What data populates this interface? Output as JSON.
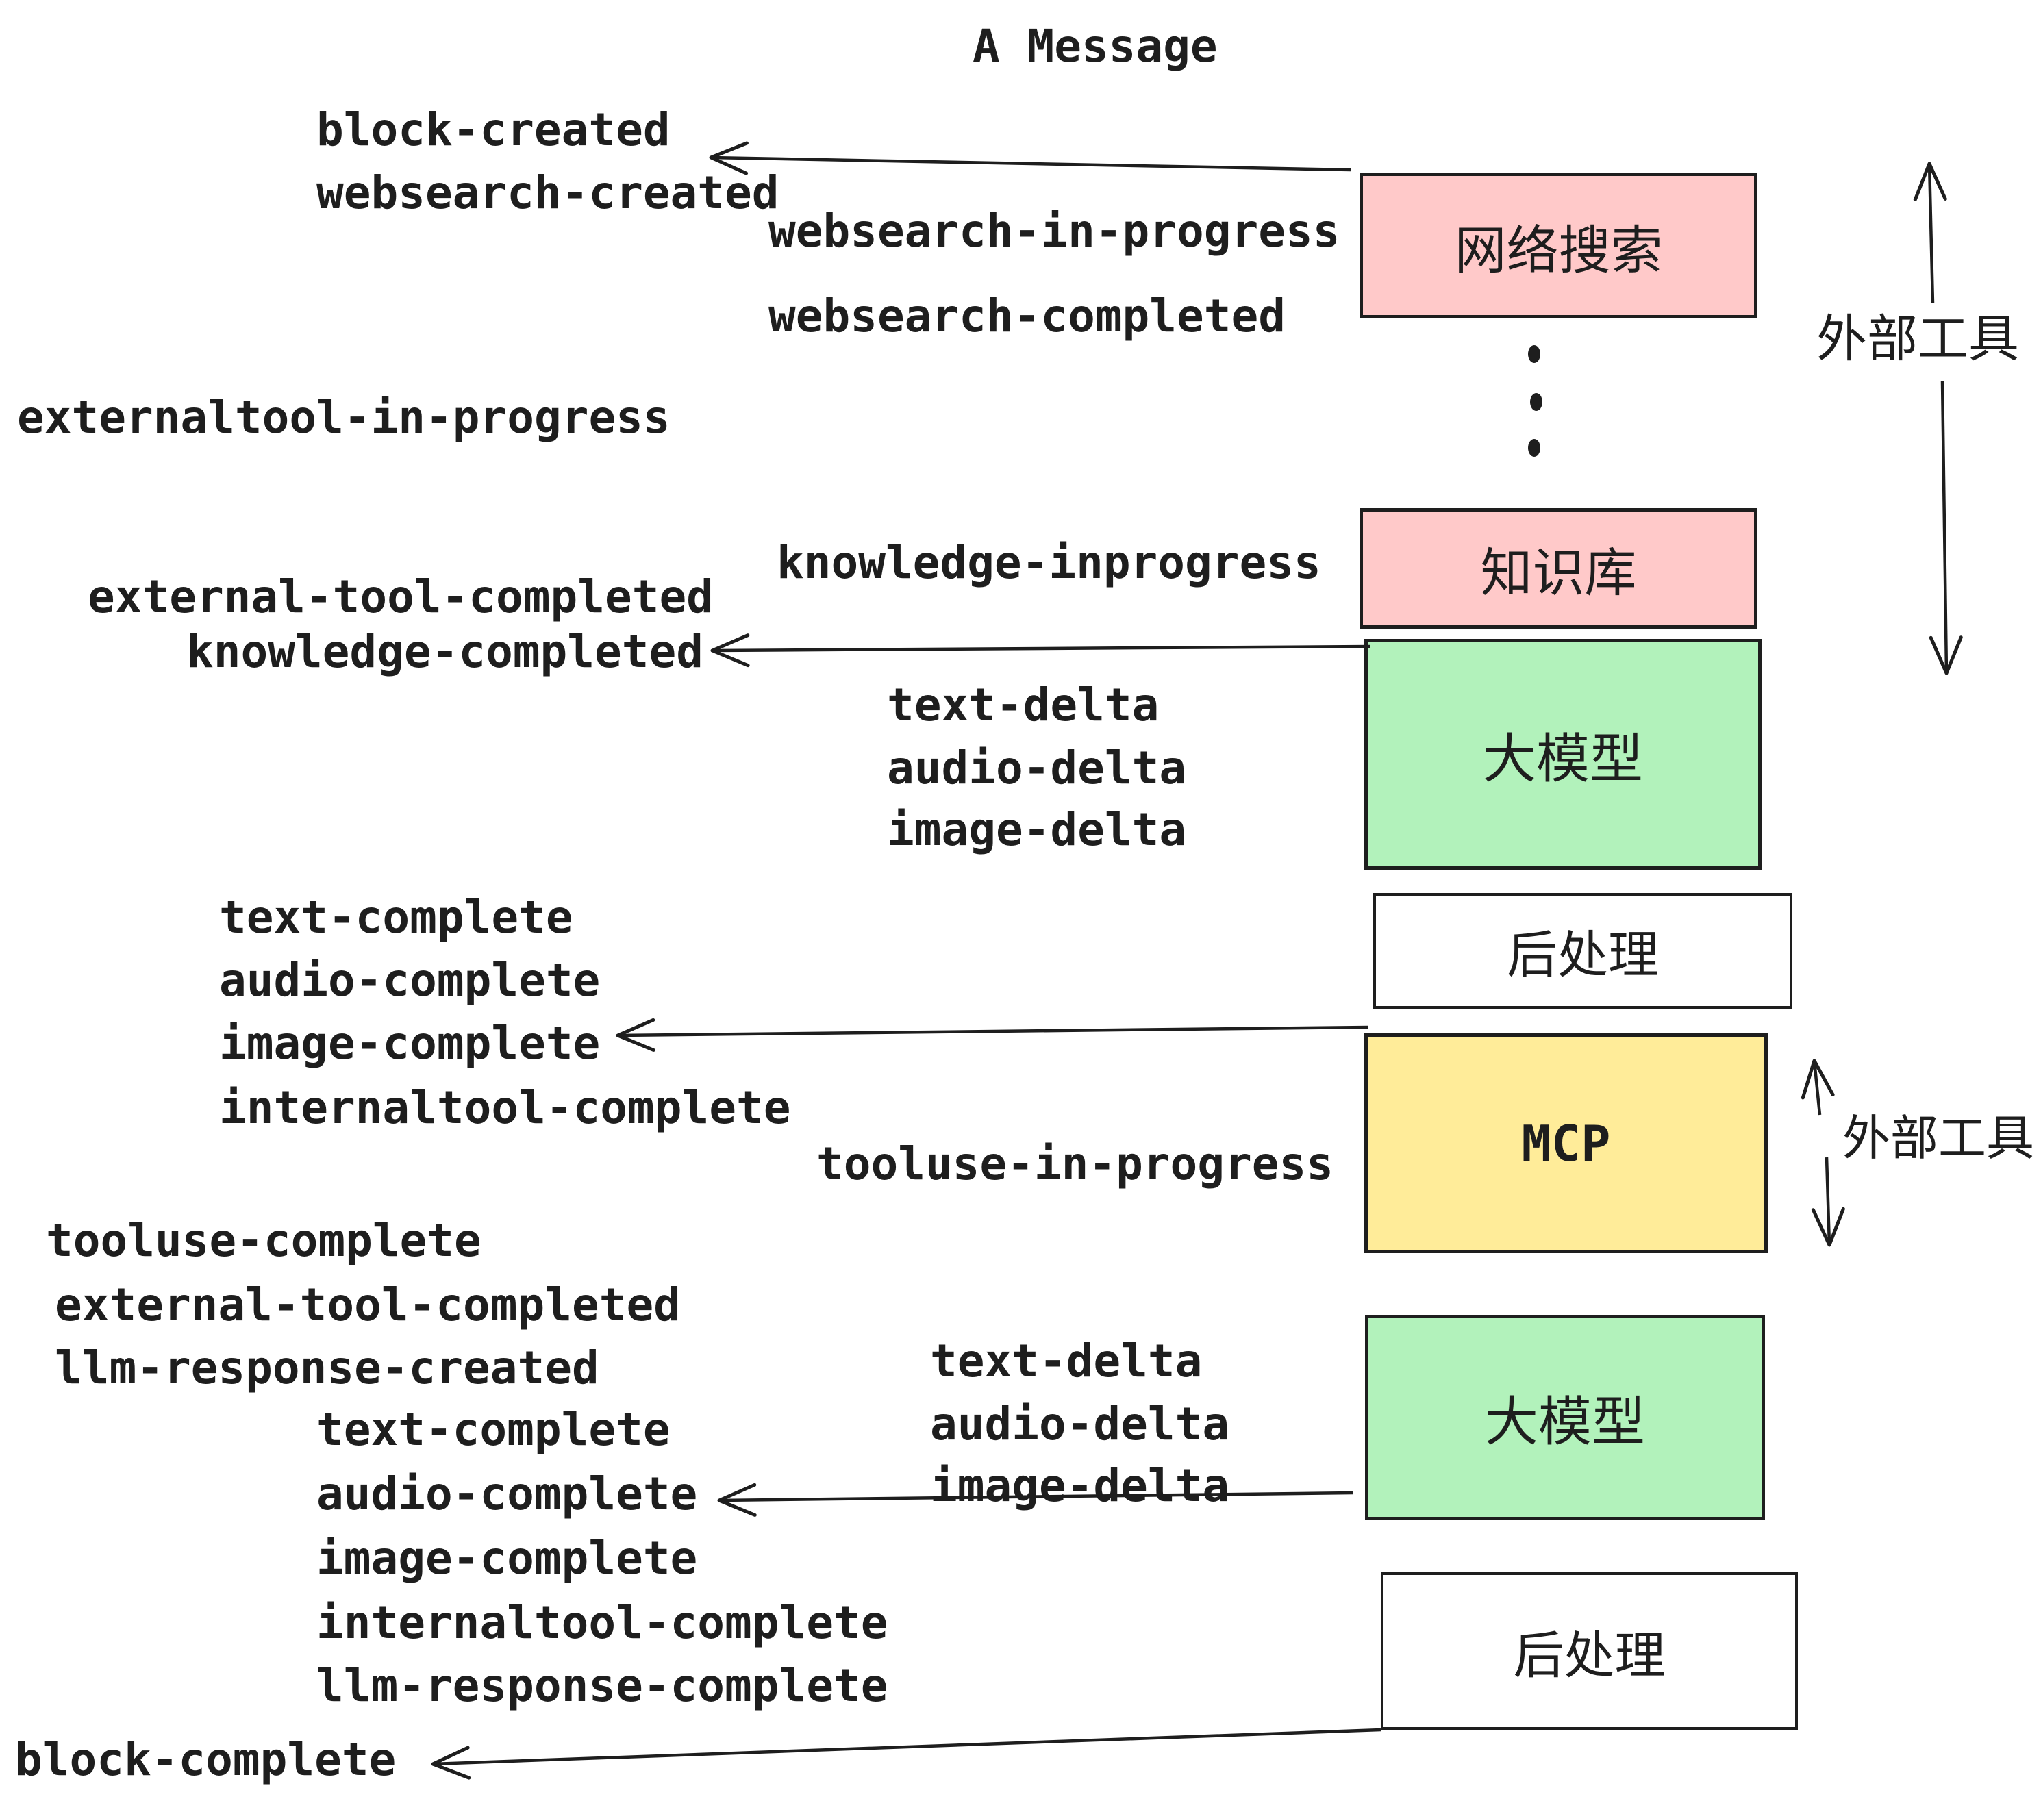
{
  "title": "A Message",
  "colors": {
    "ink": "#1e1e1e",
    "box_pink": "#ffc9c9",
    "box_green": "#b2f2bb",
    "box_yellow": "#ffec99",
    "box_white": "#ffffff",
    "background": "#ffffff"
  },
  "events": {
    "block_created": "block-created",
    "websearch_created": "websearch-created",
    "websearch_in_progress": "websearch-in-progress",
    "websearch_completed": "websearch-completed",
    "externaltool_in_progress": "externaltool-in-progress",
    "knowledge_inprogress": "knowledge-inprogress",
    "external_tool_completed_1": "external-tool-completed",
    "knowledge_completed": "knowledge-completed",
    "text_delta_1": "text-delta",
    "audio_delta_1": "audio-delta",
    "image_delta_1": "image-delta",
    "text_complete_1": "text-complete",
    "audio_complete_1": "audio-complete",
    "image_complete_1": "image-complete",
    "internaltool_complete_1": "internaltool-complete",
    "tooluse_in_progress": "tooluse-in-progress",
    "tooluse_complete": "tooluse-complete",
    "external_tool_completed_2": "external-tool-completed",
    "llm_response_created": "llm-response-created",
    "text_complete_2": "text-complete",
    "audio_complete_2": "audio-complete",
    "image_complete_2": "image-complete",
    "internaltool_complete_2": "internaltool-complete",
    "llm_response_complete": "llm-response-complete",
    "block_complete": "block-complete"
  },
  "boxes": {
    "websearch": {
      "label": "网络搜索"
    },
    "knowledge": {
      "label": "知识库"
    },
    "llm_top": {
      "label": "大模型"
    },
    "post_top": {
      "label": "后处理"
    },
    "mcp": {
      "label": "MCP"
    },
    "llm_bottom": {
      "label": "大模型"
    },
    "post_bottom": {
      "label": "后处理"
    }
  },
  "side_labels": {
    "external_tools_top": "外部工具",
    "external_tools_mcp": "外部工具"
  }
}
